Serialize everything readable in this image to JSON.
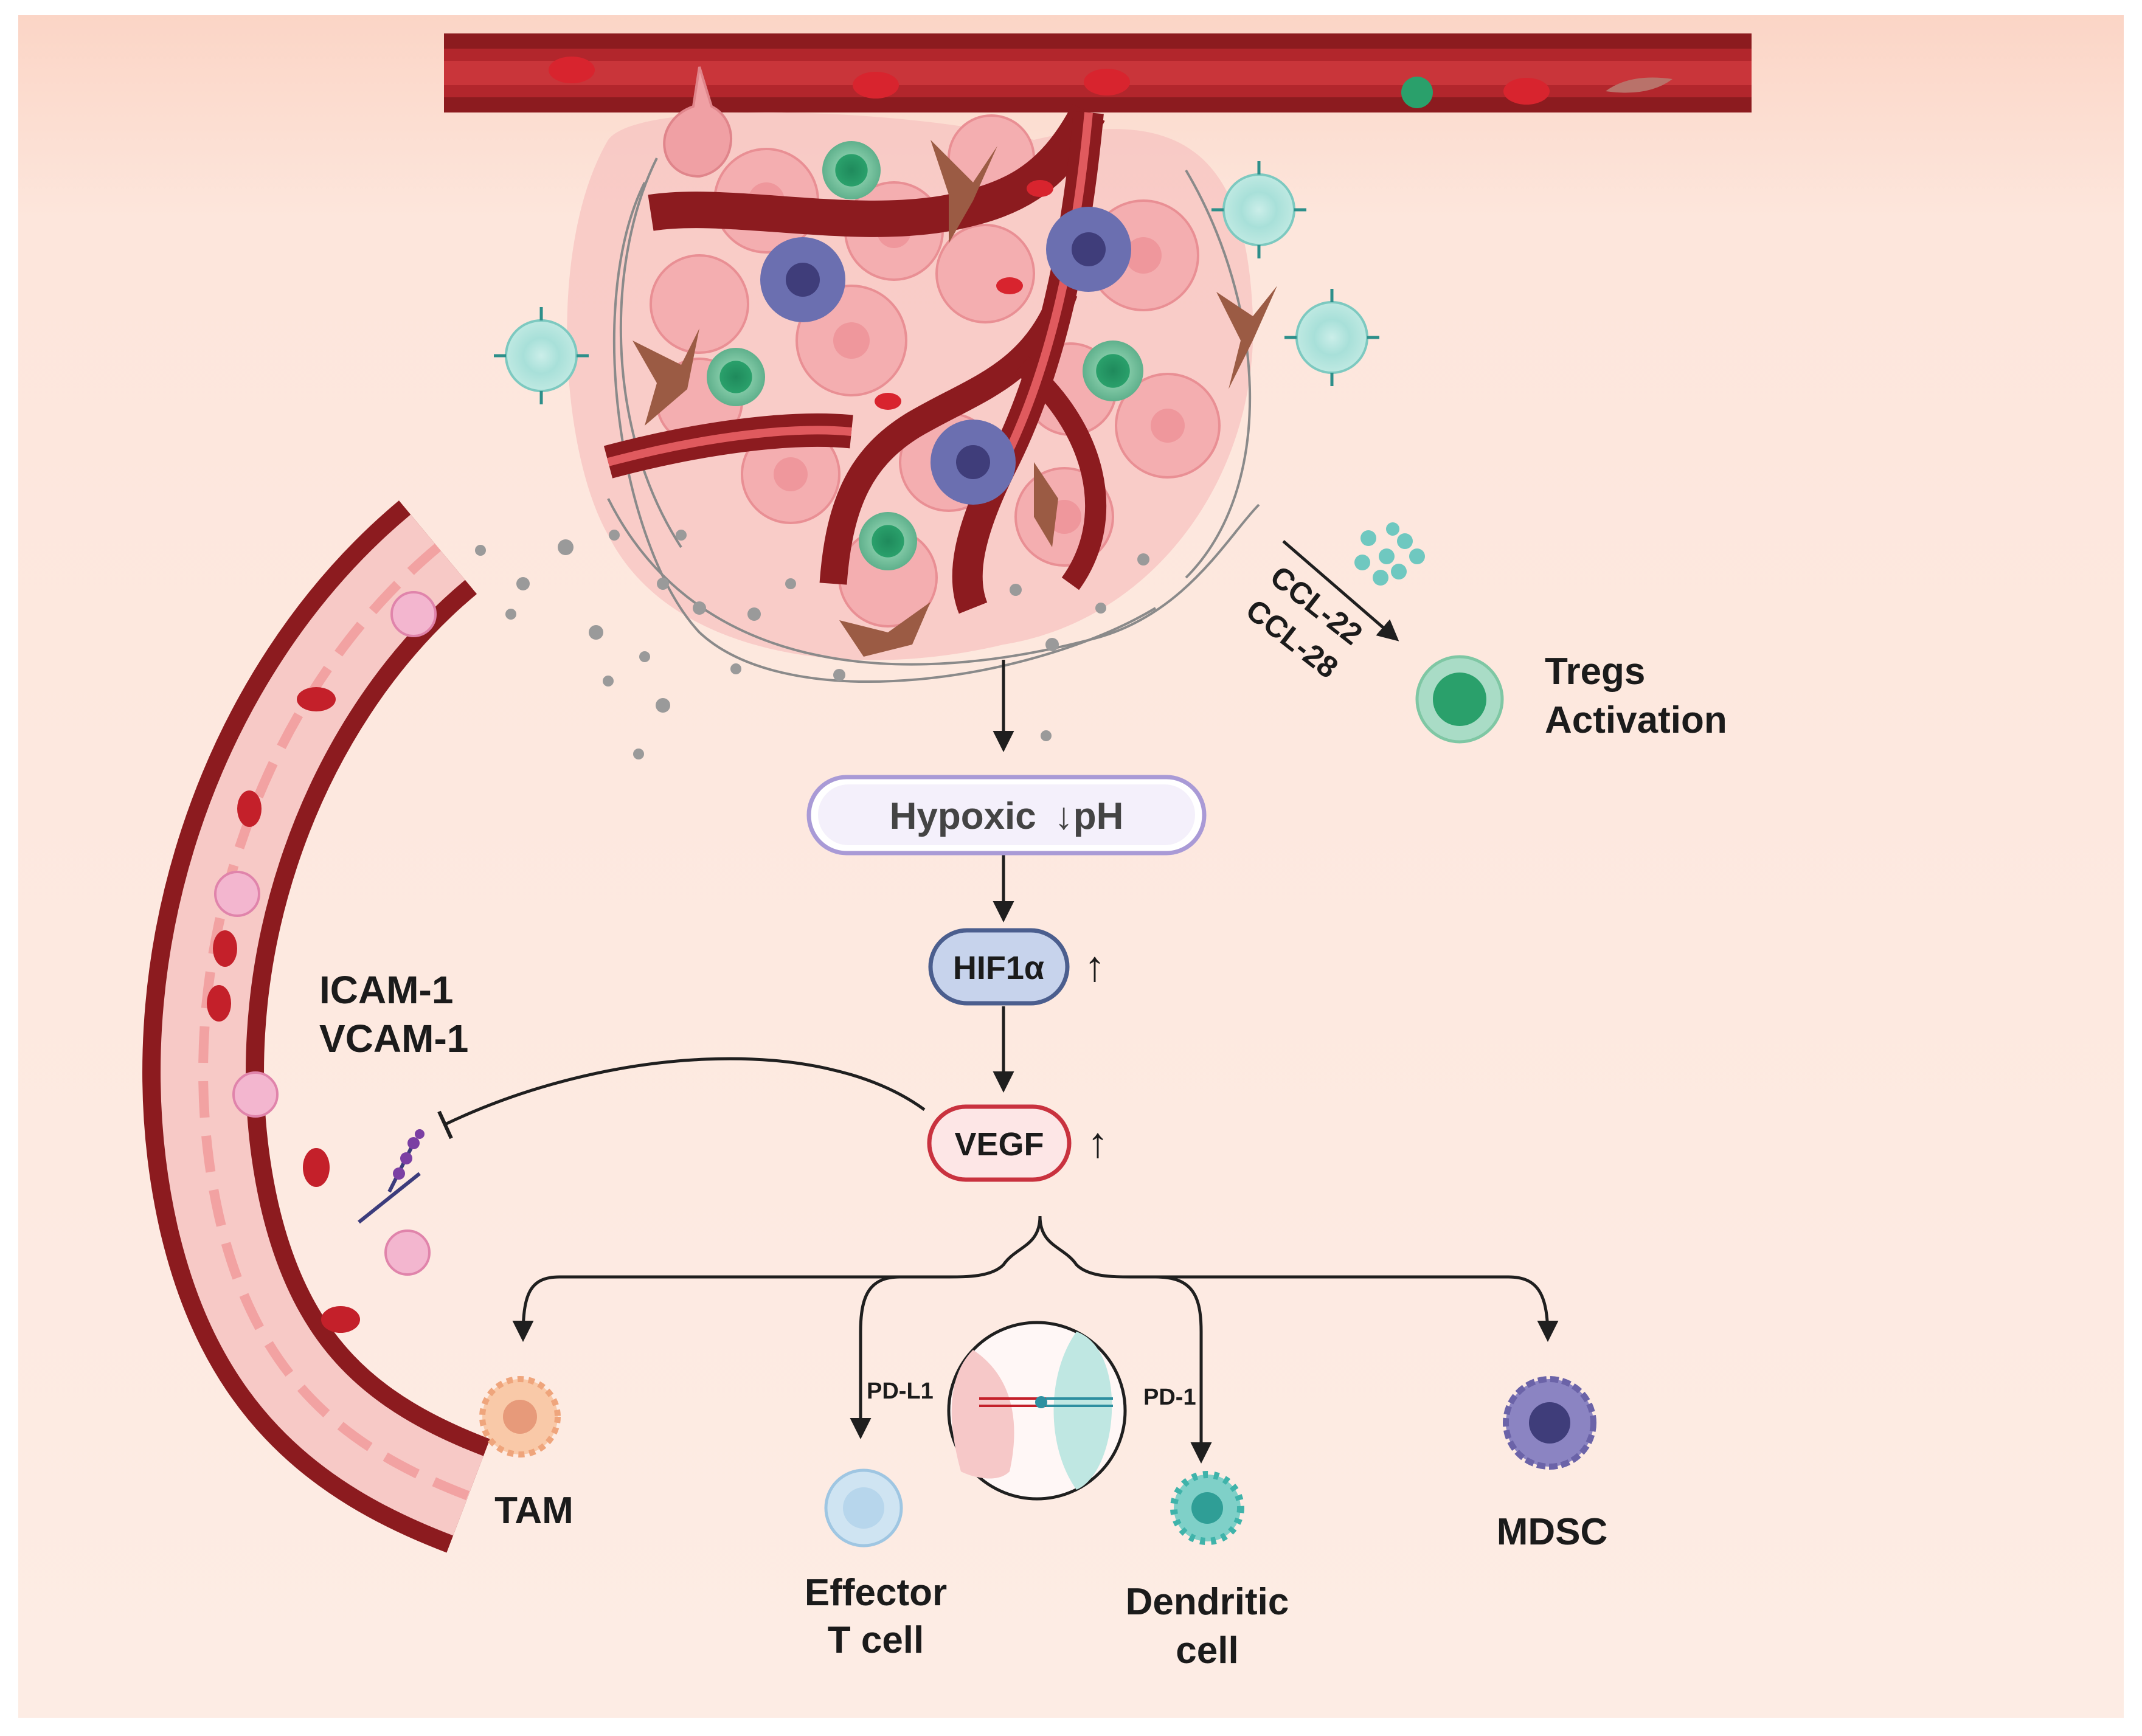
{
  "labels": {
    "ccl22": "CCL-22",
    "ccl28": "CCL-28",
    "tregs_line1": "Tregs",
    "tregs_line2": "Activation",
    "hypoxic": "Hypoxic",
    "ph": "↓pH",
    "hif": "HIF1α",
    "vegf": "VEGF",
    "icam": "ICAM-1",
    "vcam": "VCAM-1",
    "pdl1": "PD-L1",
    "pd1": "PD-1",
    "tam": "TAM",
    "effector_line1": "Effector",
    "effector_line2": "T cell",
    "dendritic_line1": "Dendritic",
    "dendritic_line2": "cell",
    "mdsc": "MDSC",
    "up_arrow": "↑"
  },
  "colors": {
    "background_top": "#fbd9cc",
    "background": "#fdece4",
    "vessel_dark": "#8c1b1f",
    "vessel_light": "#f2a2a2",
    "rbc": "#c4202a",
    "tumor_cell": "#f4aeb0",
    "green_cell": "#2f9b6c",
    "purple_cell": "#6b6fb0",
    "fibroblast": "#9b5b44",
    "teal_cell": "#9fdcd6",
    "hypoxic_border": "#a99ad6",
    "hif_fill": "#c7d3ec",
    "hif_border": "#4b5e8e",
    "vegf_border": "#c9323f",
    "vegf_fill": "#fde6e6"
  }
}
